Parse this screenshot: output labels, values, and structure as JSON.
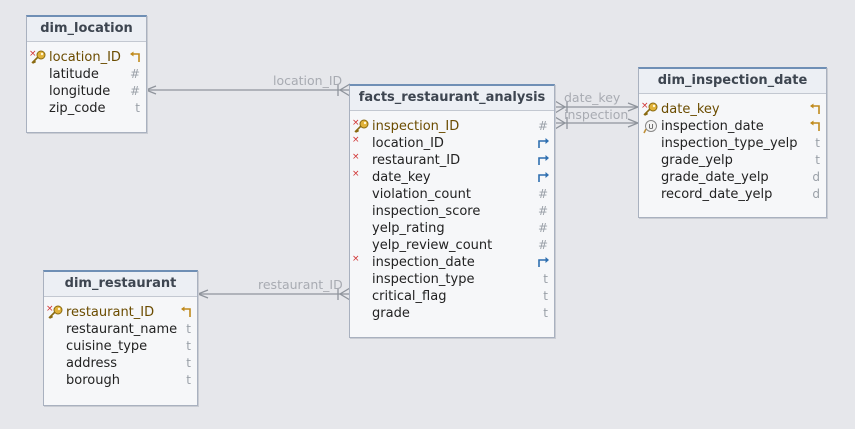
{
  "diagram": {
    "relationships": [
      {
        "id": "location",
        "label": "location_ID"
      },
      {
        "id": "restaurant",
        "label": "restaurant_ID"
      },
      {
        "id": "date",
        "label": "date_key"
      },
      {
        "id": "inspection",
        "label": "inspection"
      }
    ],
    "entities": {
      "dim_location": {
        "title": "dim_location",
        "columns": [
          {
            "name": "location_ID",
            "type": "key-ref-icon",
            "pk": true,
            "required": true
          },
          {
            "name": "latitude",
            "type": "#"
          },
          {
            "name": "longitude",
            "type": "#"
          },
          {
            "name": "zip_code",
            "type": "t"
          }
        ]
      },
      "facts_restaurant_analysis": {
        "title": "facts_restaurant_analysis",
        "columns": [
          {
            "name": "inspection_ID",
            "type": "#",
            "pk": true,
            "required": true
          },
          {
            "name": "location_ID",
            "type": "fk-arrow-icon",
            "required": true
          },
          {
            "name": "restaurant_ID",
            "type": "fk-arrow-icon",
            "required": true
          },
          {
            "name": "date_key",
            "type": "fk-arrow-icon",
            "required": true
          },
          {
            "name": "violation_count",
            "type": "#"
          },
          {
            "name": "inspection_score",
            "type": "#"
          },
          {
            "name": "yelp_rating",
            "type": "#"
          },
          {
            "name": "yelp_review_count",
            "type": "#"
          },
          {
            "name": "inspection_date",
            "type": "fk-arrow-icon",
            "required": true
          },
          {
            "name": "inspection_type",
            "type": "t"
          },
          {
            "name": "critical_flag",
            "type": "t"
          },
          {
            "name": "grade",
            "type": "t"
          }
        ]
      },
      "dim_inspection_date": {
        "title": "dim_inspection_date",
        "columns": [
          {
            "name": "date_key",
            "type": "key-ref-icon",
            "pk": true,
            "required": true
          },
          {
            "name": "inspection_date",
            "type": "key-ref-icon",
            "unique": true
          },
          {
            "name": "inspection_type_yelp",
            "type": "t"
          },
          {
            "name": "grade_yelp",
            "type": "t"
          },
          {
            "name": "grade_date_yelp",
            "type": "d"
          },
          {
            "name": "record_date_yelp",
            "type": "d"
          }
        ]
      },
      "dim_restaurant": {
        "title": "dim_restaurant",
        "columns": [
          {
            "name": "restaurant_ID",
            "type": "key-ref-icon",
            "pk": true,
            "required": true
          },
          {
            "name": "restaurant_name",
            "type": "t"
          },
          {
            "name": "cuisine_type",
            "type": "t"
          },
          {
            "name": "address",
            "type": "t"
          },
          {
            "name": "borough",
            "type": "t"
          }
        ]
      }
    }
  }
}
